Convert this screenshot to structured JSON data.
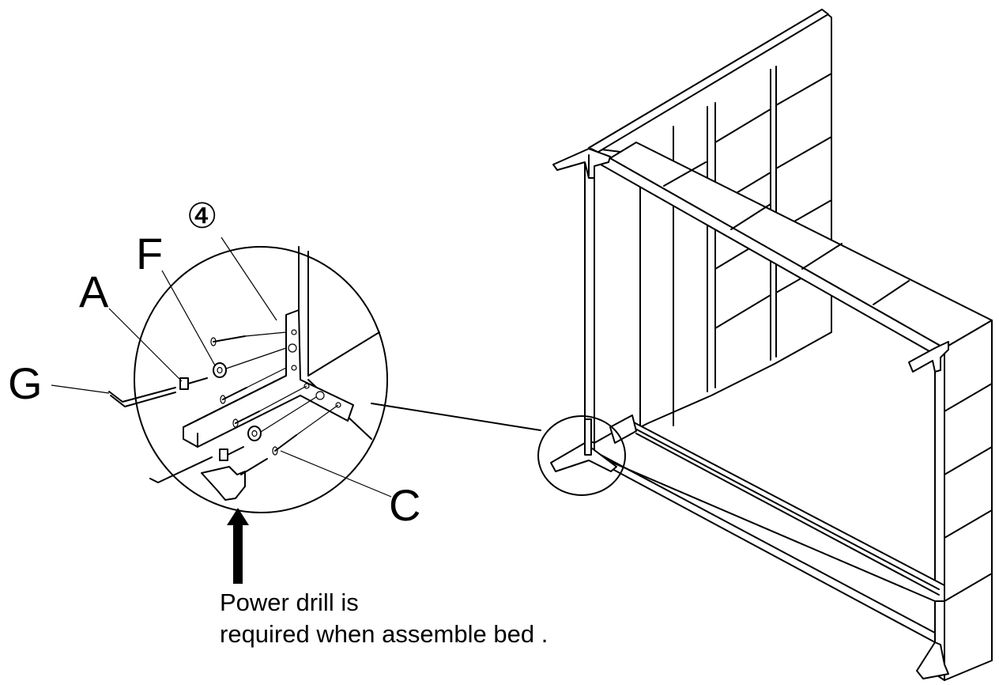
{
  "labels": {
    "step_number": "④",
    "part_F": "F",
    "part_A": "A",
    "part_G": "G",
    "part_C": "C"
  },
  "note": {
    "line1": "Power drill is",
    "line2": "required when assemble bed ."
  },
  "colors": {
    "ink": "#000000",
    "paper": "#ffffff"
  }
}
